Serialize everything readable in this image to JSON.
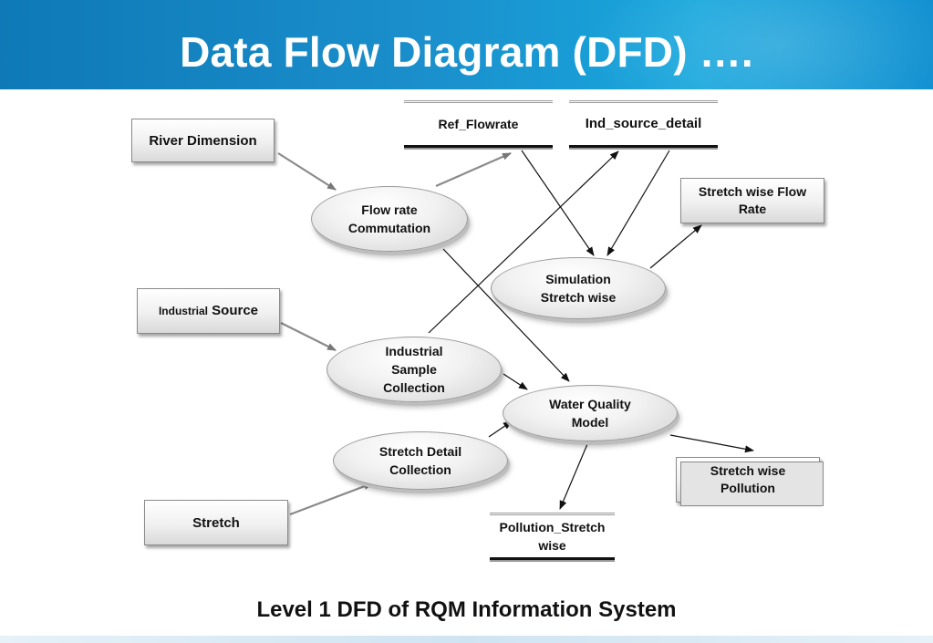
{
  "header": {
    "title": "Data Flow Diagram (DFD) …."
  },
  "entities": {
    "river_dimension": "River Dimension",
    "industrial_source_small": "Industrial",
    "industrial_source_large": "Source",
    "stretch": "Stretch",
    "stretch_wise_flow_rate": "Stretch wise Flow Rate",
    "stretch_wise_pollution": "Stretch wise Pollution"
  },
  "processes": {
    "flow_rate_commutation": "Flow rate\nCommutation",
    "simulation_stretch_wise": "Simulation\nStretch wise",
    "industrial_sample_collection": "Industrial\nSample\nCollection",
    "water_quality_model": "Water Quality\nModel",
    "stretch_detail_collection": "Stretch Detail\nCollection"
  },
  "stores": {
    "ref_flowrate": "Ref_Flowrate",
    "ind_source_detail": "Ind_source_detail",
    "pollution_stretch_wise": "Pollution_Stretch wise"
  },
  "caption": "Level 1 DFD of RQM Information System"
}
